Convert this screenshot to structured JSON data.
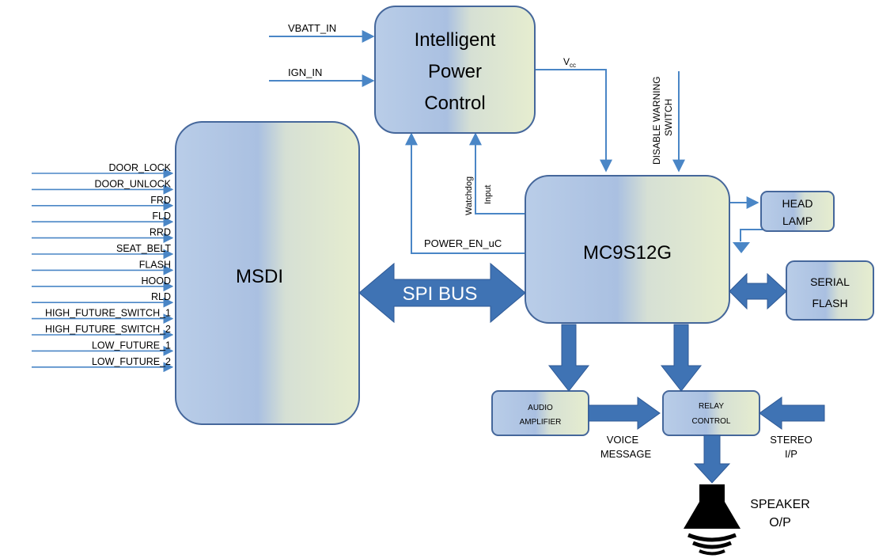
{
  "power_control": {
    "line1": "Intelligent",
    "line2": "Power",
    "line3": "Control"
  },
  "power_inputs": [
    "VBATT_IN",
    "IGN_IN"
  ],
  "vcc": {
    "main": "V",
    "sub": "cc"
  },
  "disable_warning": {
    "line1": "DISABLE WARNING",
    "line2": "SWITCH"
  },
  "watchdog": {
    "line1": "Watchdog",
    "line2": "Input"
  },
  "power_en": "POWER_EN_uC",
  "msdi": {
    "label": "MSDI"
  },
  "msdi_inputs": [
    "DOOR_LOCK",
    "DOOR_UNLOCK",
    "FRD",
    "FLD",
    "RRD",
    "SEAT_BELT",
    "FLASH",
    "HOOD",
    "RLD",
    "HIGH_FUTURE_SWITCH_1",
    "HIGH_FUTURE_SWITCH_2",
    "LOW_FUTURE_1",
    "LOW_FUTURE_2"
  ],
  "mcu": {
    "label": "MC9S12G"
  },
  "spi_bus": "SPI BUS",
  "head_lamp": {
    "line1": "HEAD",
    "line2": "LAMP"
  },
  "serial_flash": {
    "line1": "SERIAL",
    "line2": "FLASH"
  },
  "audio_amp": {
    "line1": "AUDIO",
    "line2": "AMPLIFIER"
  },
  "relay": {
    "line1": "RELAY",
    "line2": "CONTROL"
  },
  "voice_message": {
    "line1": "VOICE",
    "line2": "MESSAGE"
  },
  "stereo": {
    "line1": "STEREO",
    "line2": "I/P"
  },
  "speaker": {
    "line1": "SPEAKER",
    "line2": "O/P"
  },
  "colors": {
    "line": "#4a86c6",
    "box_left": "#aec3e2",
    "box_right": "#e3ebd0",
    "box_border": "#45679b",
    "big_arrow": "#3f73b4"
  }
}
